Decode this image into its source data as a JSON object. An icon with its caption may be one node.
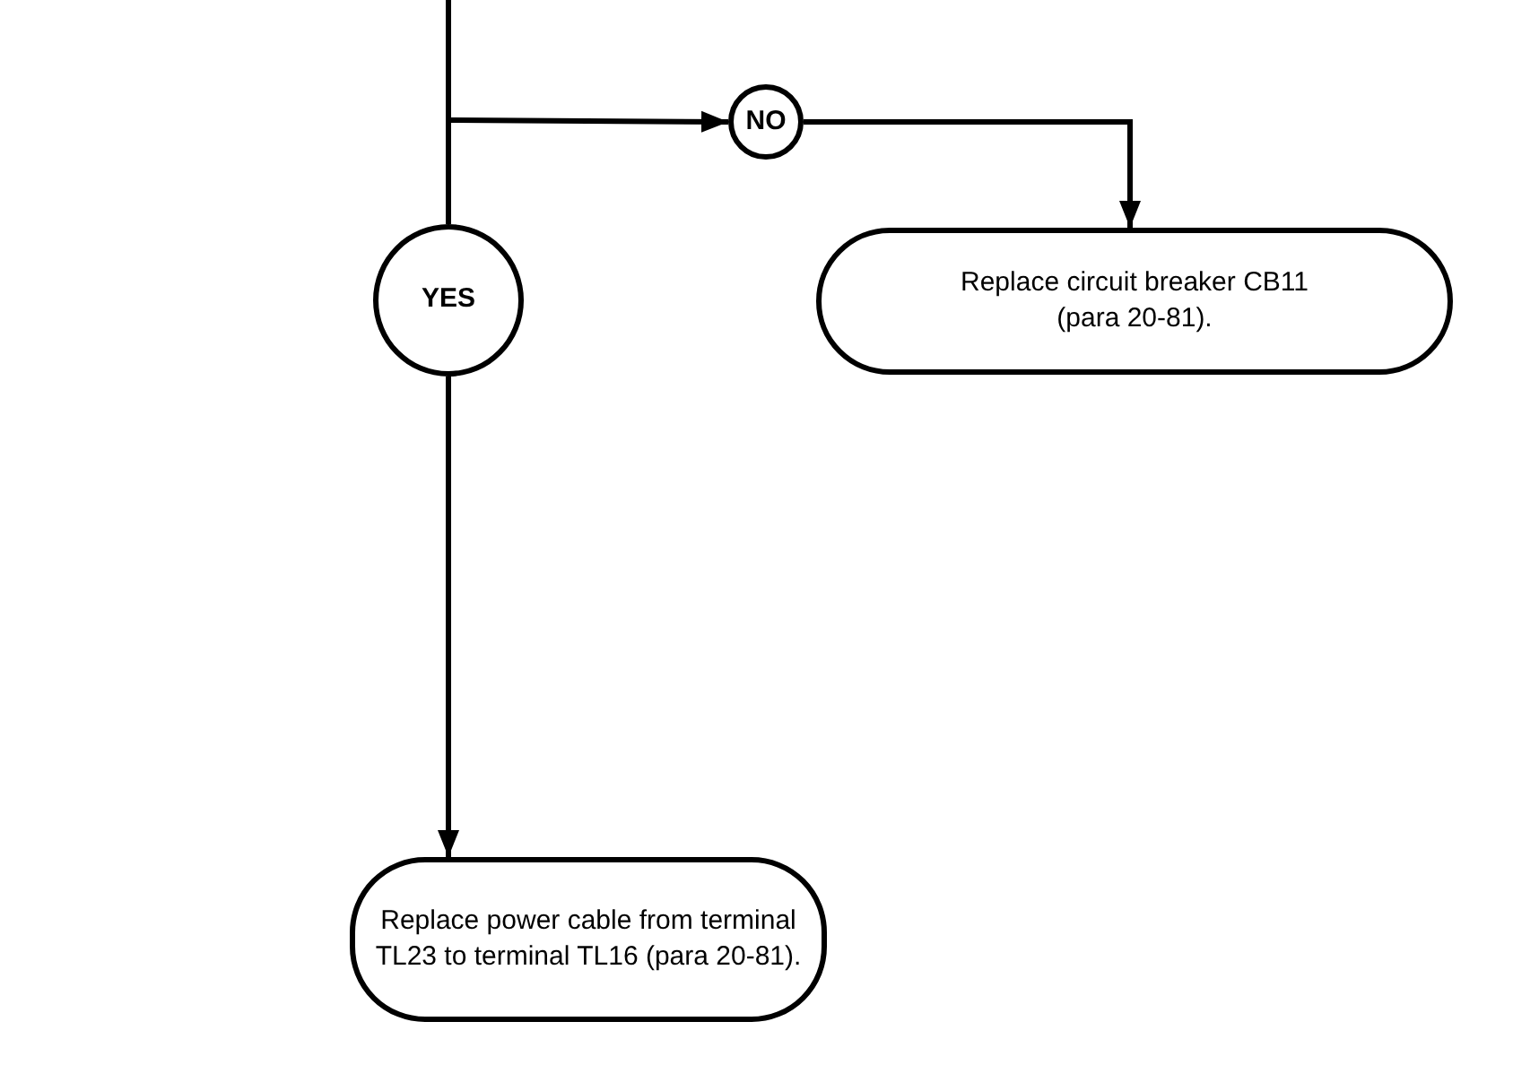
{
  "diagram": {
    "nodes": [
      {
        "text": [
          "YES"
        ]
      },
      {
        "text": [
          "NO"
        ]
      },
      {
        "text": [
          "Replace circuit breaker CB11 (para 20-81)."
        ]
      },
      {
        "text": [
          "Replace power cable from terminal TL23 to terminal TL16 (para 20-81)."
        ]
      }
    ],
    "edges": [
      {
        "from": null,
        "to": 0,
        "arrow": "none"
      },
      {
        "from": null,
        "to": 1,
        "arrow": "to"
      },
      {
        "from": 1,
        "to": 2,
        "arrow": "to"
      },
      {
        "from": 0,
        "to": 3,
        "arrow": "to"
      }
    ]
  }
}
